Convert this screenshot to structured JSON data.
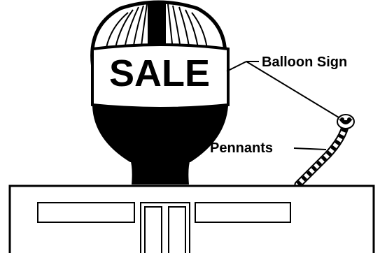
{
  "balloon": {
    "sign_text": "SALE"
  },
  "callouts": {
    "balloon_label": "Balloon Sign",
    "pennants_label": "Pennants"
  },
  "colors": {
    "ink": "#000000",
    "paper": "#ffffff"
  }
}
